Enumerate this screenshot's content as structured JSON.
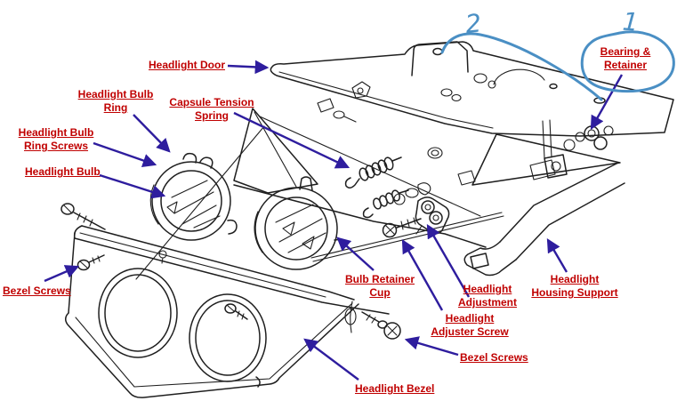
{
  "figure": {
    "description": "Exploded parts diagram of a headlight assembly with callout labels",
    "colors": {
      "bg_color": "#ffffff",
      "line_color": "#1f1f1f",
      "label_color": "#c00000",
      "arrow_color": "#2e1d9e",
      "annotation_color": "#4a8fc4"
    }
  },
  "labels": {
    "headlight_door": {
      "text": "Headlight Door"
    },
    "headlight_bulb_ring": {
      "line1": "Headlight Bulb",
      "line2": "Ring"
    },
    "capsule_tension_spring": {
      "line1": "Capsule Tension",
      "line2": "Spring"
    },
    "headlight_bulb_ring_screws": {
      "line1": "Headlight Bulb",
      "line2": "Ring Screws"
    },
    "headlight_bulb": {
      "text": "Headlight Bulb"
    },
    "bezel_screws_left": {
      "text": "Bezel Screws"
    },
    "bulb_retainer_cup": {
      "line1": "Bulb Retainer",
      "line2": "Cup"
    },
    "headlight_adjustment": {
      "line1": "Headlight",
      "line2": "Adjustment"
    },
    "headlight_adjuster_screw": {
      "line1": "Headlight",
      "line2": "Adjuster Screw"
    },
    "bezel_screws_bottom": {
      "text": "Bezel Screws"
    },
    "headlight_bezel": {
      "text": "Headlight Bezel"
    },
    "headlight_housing_support": {
      "line1": "Headlight",
      "line2": "Housing Support"
    },
    "bearing_retainer": {
      "line1": "Bearing &",
      "line2": "Retainer"
    }
  },
  "handwritten": {
    "number_one": "1",
    "number_two": "2"
  }
}
